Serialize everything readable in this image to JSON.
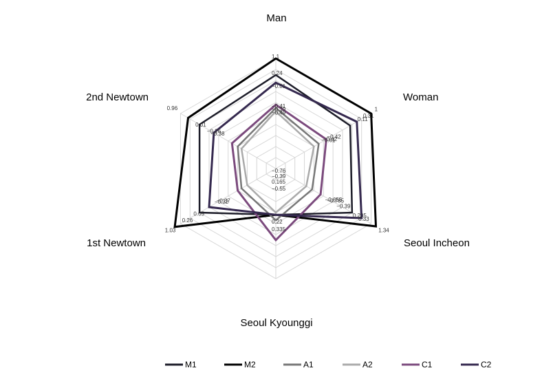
{
  "chart_data": {
    "type": "radar",
    "axes": [
      "Man",
      "Woman",
      "Seoul Incheon",
      "Seoul Kyounggi",
      "1st Newtown",
      "2nd Newtown"
    ],
    "series": [
      {
        "name": "M1",
        "color": "#1c1c28",
        "width": 2.5,
        "values": [
          0.85,
          0.78,
          0.8,
          0.42,
          0.8,
          0.8
        ]
      },
      {
        "name": "M2",
        "color": "#000000",
        "width": 3,
        "values": [
          1.0,
          1.0,
          1.05,
          0.42,
          1.06,
          0.92
        ]
      },
      {
        "name": "A1",
        "color": "#777777",
        "width": 2.5,
        "values": [
          0.55,
          0.45,
          0.38,
          0.47,
          0.36,
          0.4
        ]
      },
      {
        "name": "A2",
        "color": "#aaaaaa",
        "width": 2.5,
        "values": [
          0.52,
          0.4,
          0.32,
          0.4,
          0.3,
          0.36
        ]
      },
      {
        "name": "C1",
        "color": "#7b4a7d",
        "width": 3,
        "values": [
          0.58,
          0.53,
          0.47,
          0.65,
          0.4,
          0.46
        ]
      },
      {
        "name": "C2",
        "color": "#35294f",
        "width": 3,
        "values": [
          0.78,
          0.85,
          0.9,
          0.42,
          0.7,
          0.65
        ]
      }
    ],
    "value_labels": [
      {
        "axis": 0,
        "r": 1.02,
        "text": "1.1"
      },
      {
        "axis": 0,
        "r": 0.87,
        "text": "0.24"
      },
      {
        "axis": 0,
        "r": 0.75,
        "text": "−0.01"
      },
      {
        "axis": 0,
        "r": 0.57,
        "text": "−0.41"
      },
      {
        "axis": 0,
        "r": 0.54,
        "text": "−0.39"
      },
      {
        "axis": 0,
        "r": 0.51,
        "text": "−0.49"
      },
      {
        "axis": 1,
        "r": 0.96,
        "text": "0.31"
      },
      {
        "axis": 1,
        "r": 0.9,
        "text": "0.11"
      },
      {
        "axis": 1,
        "r": 0.58,
        "text": "−0.42"
      },
      {
        "axis": 1,
        "r": 0.54,
        "text": "−0.42"
      },
      {
        "axis": 1,
        "r": 0.52,
        "text": "−0.61"
      },
      {
        "axis": 1,
        "r": 1.08,
        "text": "1"
      },
      {
        "axis": 2,
        "r": 0.58,
        "text": "−0.785"
      },
      {
        "axis": 2,
        "r": 0.56,
        "text": "−0.655"
      },
      {
        "axis": 2,
        "r": 0.68,
        "text": "−0.39"
      },
      {
        "axis": 2,
        "r": 0.85,
        "text": "0.205"
      },
      {
        "axis": 2,
        "r": 0.91,
        "text": "0.33"
      },
      {
        "axis": 2,
        "r": 1.12,
        "text": "1.34"
      },
      {
        "axis": 3,
        "r": 0.18,
        "text": "−0.55"
      },
      {
        "axis": 3,
        "r": 0.07,
        "text": "−0.39"
      },
      {
        "axis": 3,
        "r": 0.02,
        "text": "−0.76"
      },
      {
        "axis": 3,
        "r": 0.12,
        "text": "0.165"
      },
      {
        "axis": 3,
        "r": 0.48,
        "text": "0.22"
      },
      {
        "axis": 3,
        "r": 0.55,
        "text": "0.335"
      },
      {
        "axis": 4,
        "r": 0.6,
        "text": "−0.32"
      },
      {
        "axis": 4,
        "r": 0.58,
        "text": "−0.37"
      },
      {
        "axis": 4,
        "r": 0.82,
        "text": "0.05"
      },
      {
        "axis": 4,
        "r": 0.94,
        "text": "0.26"
      },
      {
        "axis": 4,
        "r": 1.12,
        "text": "1.03"
      },
      {
        "axis": 5,
        "r": 0.68,
        "text": "−0.26"
      },
      {
        "axis": 5,
        "r": 0.64,
        "text": "−0.38"
      },
      {
        "axis": 5,
        "r": 0.8,
        "text": "0.01"
      },
      {
        "axis": 5,
        "r": 1.1,
        "text": "0.96"
      }
    ],
    "rings": 10,
    "legend": "bottom"
  }
}
